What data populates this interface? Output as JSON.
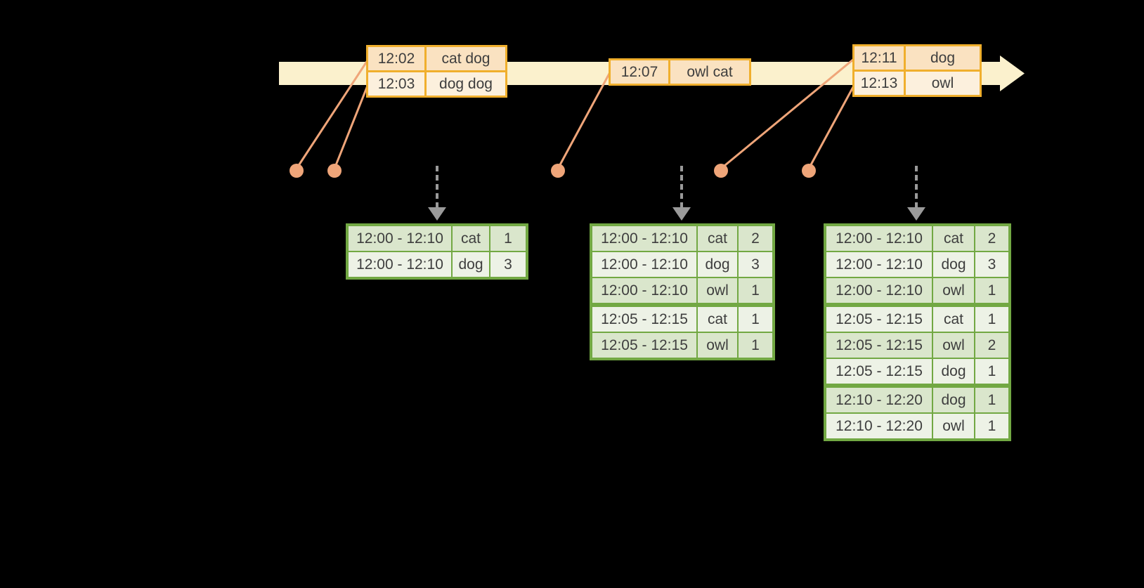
{
  "colors": {
    "background": "#000000",
    "timeline_fill": "#fbf1cd",
    "event_table_border": "#f0af2d",
    "event_row_fill": "#fae2c1",
    "event_row_alt_fill": "#fcf0dd",
    "connector_salmon": "#efa579",
    "result_table_border": "#72a843",
    "result_row_fill": "#dae6cc",
    "result_row_alt_fill": "#edf2e6",
    "trigger_arrow_gray": "#9a9a9a",
    "text": "#3e3e3e"
  },
  "icons": {
    "timeline_arrowhead": "right-arrowhead",
    "trigger_arrow": "dashed-down-arrow",
    "event_dot": "filled-circle"
  },
  "event_tables": [
    {
      "rows": [
        {
          "time": "12:02",
          "words": "cat dog"
        },
        {
          "time": "12:03",
          "words": "dog dog"
        }
      ]
    },
    {
      "rows": [
        {
          "time": "12:07",
          "words": "owl cat"
        }
      ]
    },
    {
      "rows": [
        {
          "time": "12:11",
          "words": "dog"
        },
        {
          "time": "12:13",
          "words": "owl"
        }
      ]
    }
  ],
  "result_tables": [
    {
      "rows": [
        {
          "window": "12:00 - 12:10",
          "word": "cat",
          "count": "1"
        },
        {
          "window": "12:00 - 12:10",
          "word": "dog",
          "count": "3"
        }
      ]
    },
    {
      "rows": [
        {
          "window": "12:00 - 12:10",
          "word": "cat",
          "count": "2"
        },
        {
          "window": "12:00 - 12:10",
          "word": "dog",
          "count": "3"
        },
        {
          "window": "12:00 - 12:10",
          "word": "owl",
          "count": "1"
        },
        {
          "window": "12:05 - 12:15",
          "word": "cat",
          "count": "1"
        },
        {
          "window": "12:05 - 12:15",
          "word": "owl",
          "count": "1"
        }
      ]
    },
    {
      "rows": [
        {
          "window": "12:00 - 12:10",
          "word": "cat",
          "count": "2"
        },
        {
          "window": "12:00 - 12:10",
          "word": "dog",
          "count": "3"
        },
        {
          "window": "12:00 - 12:10",
          "word": "owl",
          "count": "1"
        },
        {
          "window": "12:05 - 12:15",
          "word": "cat",
          "count": "1"
        },
        {
          "window": "12:05 - 12:15",
          "word": "owl",
          "count": "2"
        },
        {
          "window": "12:05 - 12:15",
          "word": "dog",
          "count": "1"
        },
        {
          "window": "12:10 - 12:20",
          "word": "dog",
          "count": "1"
        },
        {
          "window": "12:10 - 12:20",
          "word": "owl",
          "count": "1"
        }
      ]
    }
  ]
}
